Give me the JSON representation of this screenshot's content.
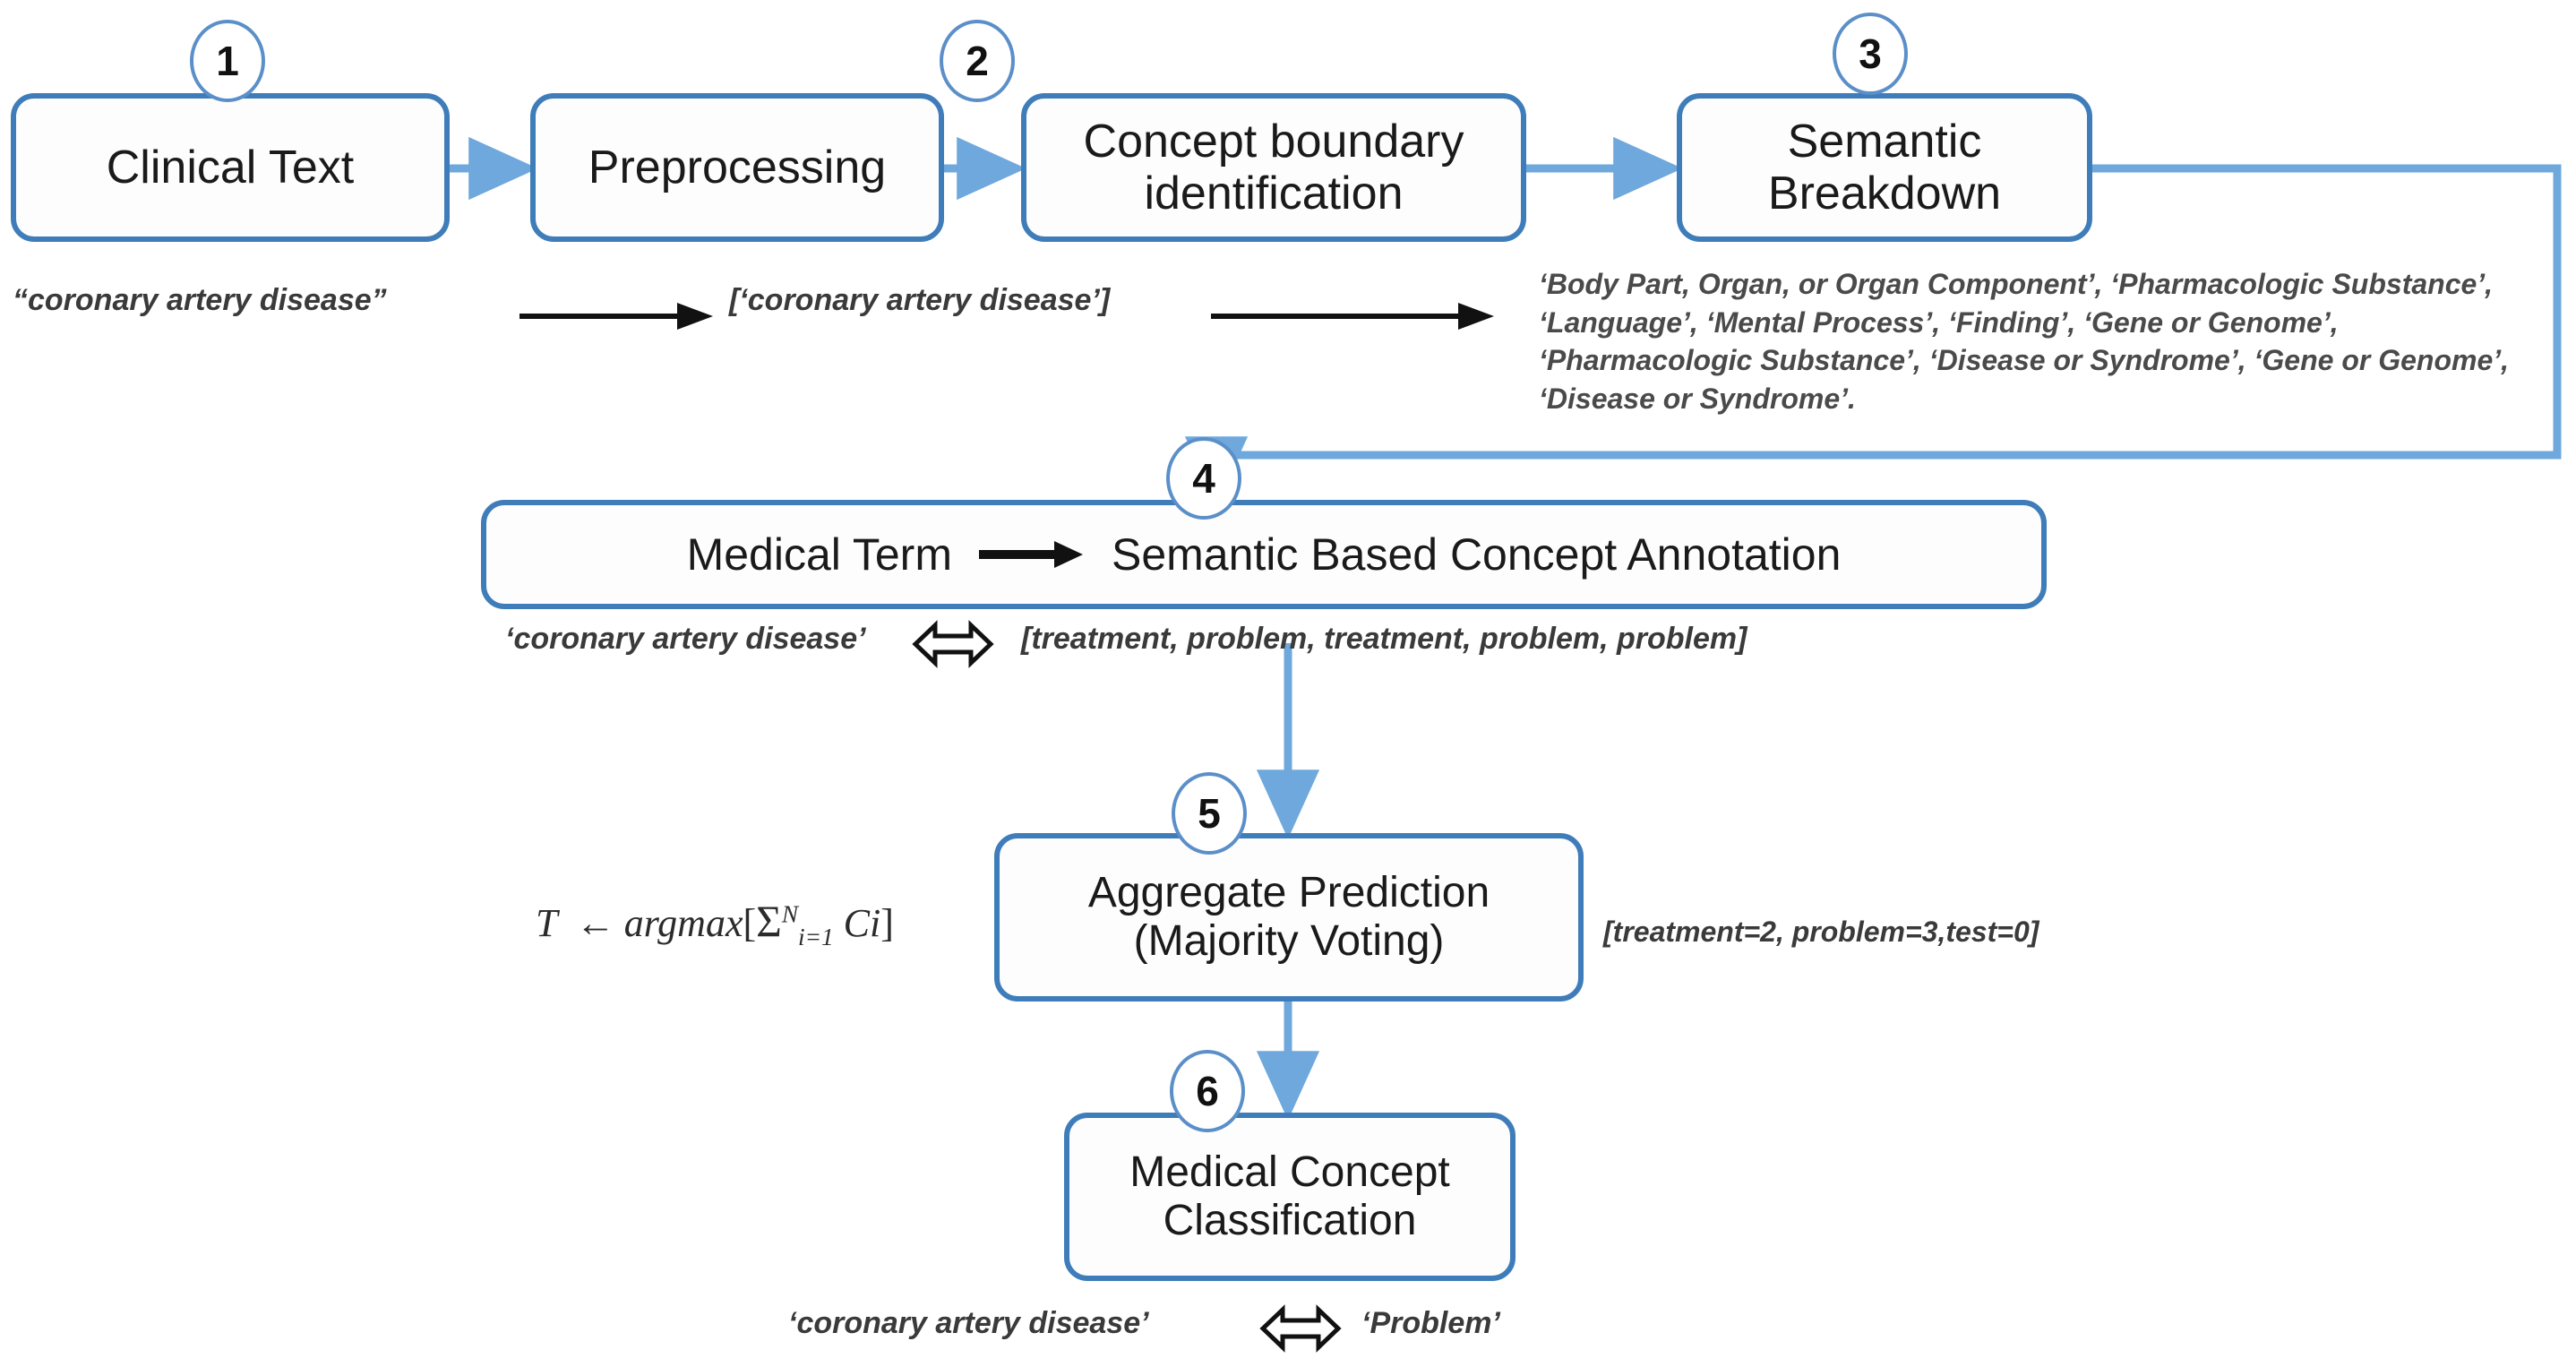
{
  "diagram": {
    "title": "Medical Concept Classification Pipeline",
    "accent_color": "#3f7dba",
    "connector_color": "#6fa8dc",
    "arrow_color": "#111111"
  },
  "steps": [
    {
      "number": "1",
      "label": "Clinical Text"
    },
    {
      "number": "2",
      "label": "Preprocessing"
    },
    {
      "number": "3",
      "label": "Concept boundary\nidentification"
    },
    {
      "number": "4",
      "label": "Semantic\nBreakdown"
    },
    {
      "number": "5",
      "label": "Aggregate Prediction\n(Majority Voting)"
    },
    {
      "number": "6",
      "label": "Medical Concept\nClassification"
    }
  ],
  "nodes": {
    "clinical_text": "Clinical Text",
    "preprocessing": "Preprocessing",
    "concept_boundary_line1": "Concept boundary",
    "concept_boundary_line2": "identification",
    "semantic_breakdown_line1": "Semantic",
    "semantic_breakdown_line2": "Breakdown",
    "annotation_box_left": "Medical Term",
    "annotation_box_right": "Semantic Based Concept Annotation",
    "aggregate_line1": "Aggregate Prediction",
    "aggregate_line2": "(Majority Voting)",
    "classification_line1": "Medical Concept",
    "classification_line2": "Classification"
  },
  "badges": {
    "b1": "1",
    "b2": "2",
    "b3": "3",
    "b4": "4",
    "b5": "5",
    "b6": "6"
  },
  "annotations": {
    "raw_text": "“coronary artery disease”",
    "tokenized_text": "[‘coronary artery disease’]",
    "semantic_types": "‘Body Part, Organ, or Organ Component’, ‘Pharmacologic Substance’, ‘Language’, ‘Mental Process’, ‘Finding’, ‘Gene or Genome’, ‘Pharmacologic Substance’, ‘Disease or Syndrome’, ‘Gene or Genome’, ‘Disease or Syndrome’.",
    "term_quoted": "‘coronary artery disease’",
    "concept_list": "[treatment, problem, treatment, problem, problem]",
    "vote_counts": "[treatment=2, problem=3,test=0]",
    "final_term": "‘coronary artery disease’",
    "final_class": "‘Problem’"
  },
  "formula": {
    "lhs": "T",
    "assign": "←",
    "fn": "argmax",
    "open": "[",
    "sigma": "Σ",
    "sigma_upper": "N",
    "sigma_lower": "i=1",
    "term": "Ci",
    "close": "]"
  },
  "icons": {
    "right_arrow": "→",
    "double_arrow": "⟺"
  }
}
